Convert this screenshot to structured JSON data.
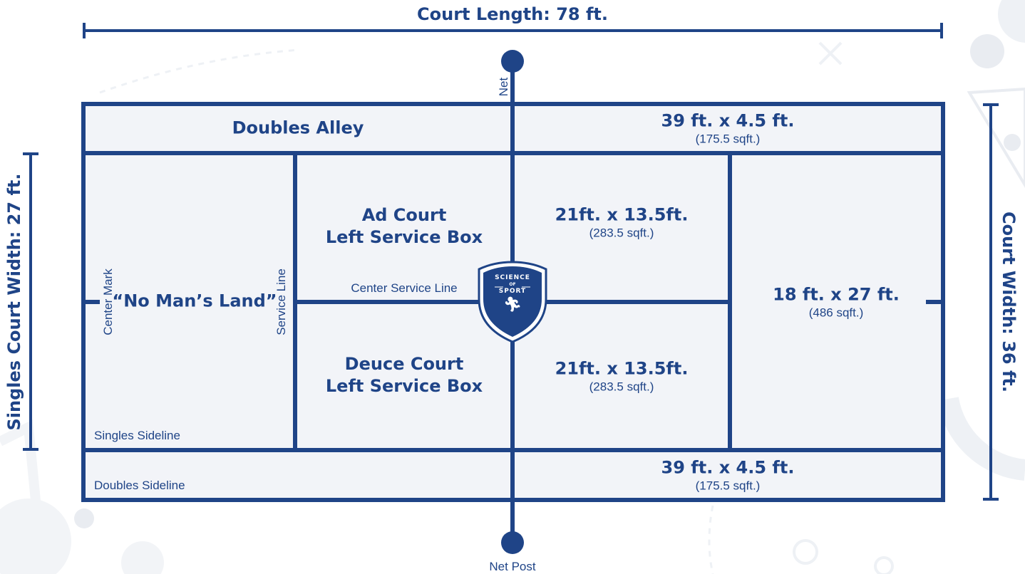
{
  "colors": {
    "line": "#1f4487",
    "court_fill": "#f2f4f8",
    "background_deco": "#e9ecf1"
  },
  "dimensions": {
    "court_length": "Court Length: 78 ft.",
    "court_width": "Court Width: 36 ft.",
    "singles_width": "Singles Court Width: 27 ft."
  },
  "labels": {
    "net": "Net",
    "net_post": "Net Post",
    "doubles_alley": "Doubles Alley",
    "no_mans_land": "“No Man’s Land”",
    "center_mark": "Center Mark",
    "service_line": "Service Line",
    "center_service_line": "Center Service Line",
    "singles_sideline": "Singles Sideline",
    "doubles_sideline": "Doubles Sideline",
    "ad_court_line1": "Ad Court",
    "ad_court_line2": "Left Service Box",
    "deuce_court_line1": "Deuce Court",
    "deuce_court_line2": "Left Service Box"
  },
  "areas": {
    "alley_top": {
      "size": "39 ft. x 4.5 ft.",
      "area": "(175.5 sqft.)"
    },
    "alley_bottom": {
      "size": "39 ft. x 4.5 ft.",
      "area": "(175.5 sqft.)"
    },
    "service_box_top": {
      "size": "21ft. x 13.5ft.",
      "area": "(283.5 sqft.)"
    },
    "service_box_bottom": {
      "size": "21ft. x 13.5ft.",
      "area": "(283.5 sqft.)"
    },
    "back_court": {
      "size": "18 ft. x 27 ft.",
      "area": "(486 sqft.)"
    }
  },
  "logo": {
    "line1": "SCIENCE",
    "line2": "OF",
    "line3": "SPORT",
    "icon": "runner-icon"
  }
}
